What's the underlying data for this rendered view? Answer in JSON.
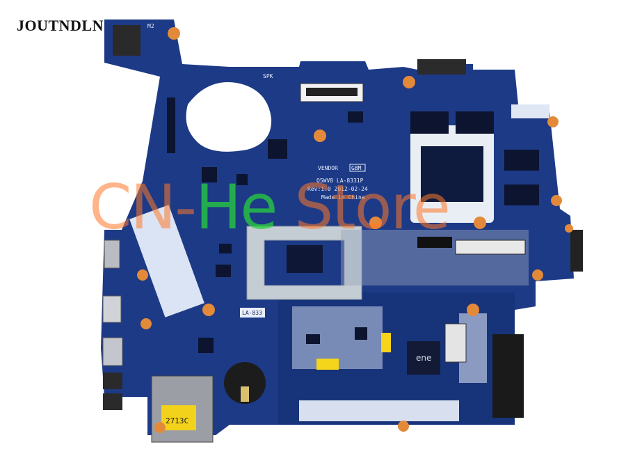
{
  "watermark_brand": "JOUTNDLN",
  "watermark_store": {
    "part1": "CN-",
    "part2": "He",
    "part3": " Store"
  },
  "board": {
    "model_code": "Q5WV8 LA-8331P",
    "revision": "Rev:1.0 2012-02-24",
    "origin": "Made in China",
    "vendor": "VENDOR",
    "vendor_code": "GBM",
    "board_label": "LA-833",
    "sticker_text": "2713C",
    "ene_chip": "ene",
    "speaker_label": "SPK",
    "mic_label": "M2"
  },
  "colors": {
    "pcb": "#1d3a86",
    "pcb_dark": "#142c6b",
    "silkscreen": "#e8eefc",
    "heatsink": "#c4ccd4",
    "pad": "#e38a3a",
    "sticker": "#f2d21a",
    "watermark": "#ff7a2a"
  }
}
